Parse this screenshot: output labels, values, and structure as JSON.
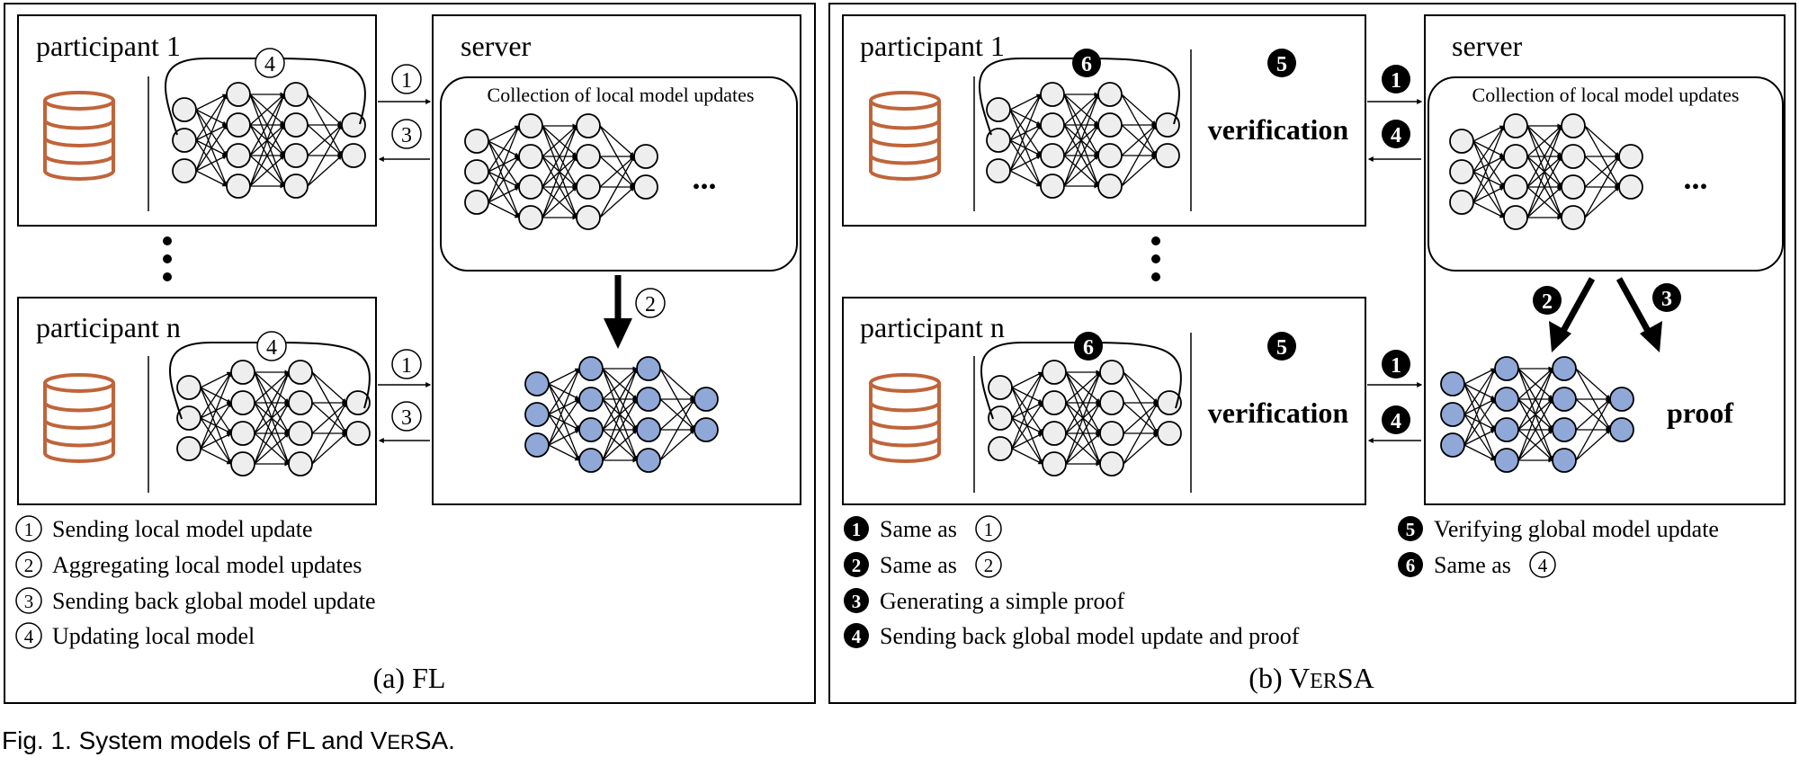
{
  "panel_a": {
    "participant_top": "participant 1",
    "participant_bottom": "participant n",
    "server": "server",
    "collection": "Collection of local model updates",
    "ellipsis": "...",
    "steps": {
      "s1": "1",
      "s2": "2",
      "s3": "3",
      "s4": "4"
    },
    "legend": [
      {
        "num": "1",
        "text": "Sending local model update"
      },
      {
        "num": "2",
        "text": "Aggregating local model updates"
      },
      {
        "num": "3",
        "text": "Sending back global model update"
      },
      {
        "num": "4",
        "text": "Updating local model"
      }
    ],
    "caption": "(a) FL"
  },
  "panel_b": {
    "participant_top": "participant 1",
    "participant_bottom": "participant n",
    "server": "server",
    "collection": "Collection of local model updates",
    "ellipsis": "...",
    "verification": "verification",
    "proof": "proof",
    "steps": {
      "s1": "1",
      "s2": "2",
      "s3": "3",
      "s4": "4",
      "s5": "5",
      "s6": "6"
    },
    "legend_left": [
      {
        "num": "1",
        "text": "Same as",
        "ref": "1"
      },
      {
        "num": "2",
        "text": "Same as",
        "ref": "2"
      },
      {
        "num": "3",
        "text": "Generating a simple proof",
        "ref": ""
      },
      {
        "num": "4",
        "text": "Sending back global model update and proof",
        "ref": ""
      }
    ],
    "legend_right": [
      {
        "num": "5",
        "text": "Verifying global model update",
        "ref": ""
      },
      {
        "num": "6",
        "text": "Same as",
        "ref": "4"
      }
    ],
    "caption_prefix": "(b) V",
    "caption_small": "ER",
    "caption_suffix": "SA"
  },
  "figure_caption": {
    "prefix": "Fig. 1. System models of FL and V",
    "small": "ER",
    "suffix": "SA."
  },
  "colors": {
    "database": "#C0643A",
    "global_node": "#8FA8D8",
    "local_node": "#EEEEEE",
    "line": "#000000"
  },
  "icons": {
    "database": "database-icon",
    "neural_network": "neural-network-icon"
  }
}
